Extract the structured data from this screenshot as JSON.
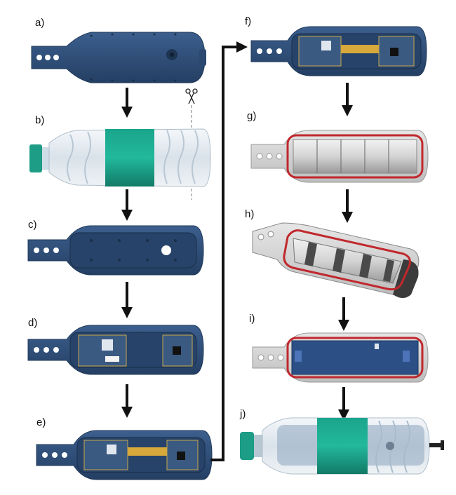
{
  "steps": [
    {
      "id": "a",
      "label": "a)"
    },
    {
      "id": "b",
      "label": "b)"
    },
    {
      "id": "c",
      "label": "c)"
    },
    {
      "id": "d",
      "label": "d)"
    },
    {
      "id": "e",
      "label": "e)"
    },
    {
      "id": "f",
      "label": "f)"
    },
    {
      "id": "g",
      "label": "g)"
    },
    {
      "id": "h",
      "label": "h)"
    },
    {
      "id": "i",
      "label": "i)"
    },
    {
      "id": "j",
      "label": "j)"
    }
  ],
  "colors": {
    "enclosure_blue": "#2f4f7a",
    "enclosure_dark": "#243f63",
    "bottle_green": "#1fa089",
    "gasket_red": "#c0282d",
    "tray_gray": "#c8c8c8",
    "arrow": "#111111"
  },
  "icons": {
    "scissors": "scissors-icon",
    "cut_line": "dashed-cut-line",
    "cable_gland": "cable-gland-icon"
  }
}
